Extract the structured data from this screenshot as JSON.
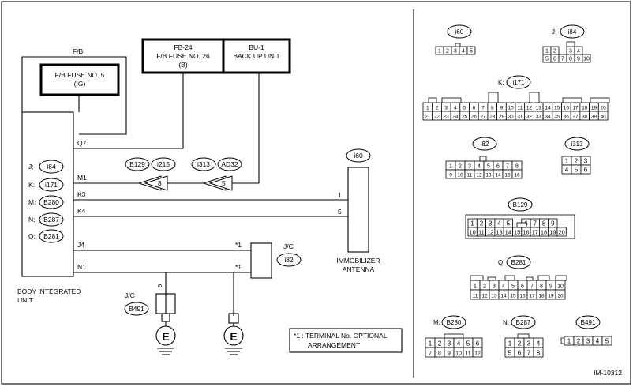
{
  "labels": {
    "fb": "F/B",
    "fuse5_l1": "F/B FUSE NO. 5",
    "fuse5_l2": "(IG)",
    "fb24_l1": "FB-24",
    "fb24_l2": "F/B FUSE NO. 26",
    "fb24_l3": "(B)",
    "bu1_l1": "BU-1",
    "bu1_l2": "BACK UP UNIT",
    "q7": "Q7",
    "m1": "M1",
    "k3": "K3",
    "k4": "K4",
    "j4": "J4",
    "n1": "N1",
    "conn_j": "J:",
    "conn_k": "K:",
    "conn_m": "M:",
    "conn_n": "N:",
    "conn_q": "Q:",
    "bcm_l1": "BODY INTEGRATED",
    "bcm_l2": "UNIT",
    "ant_l1": "IMMOBILIZER",
    "ant_l2": "ANTENNA",
    "jc1": "J/C",
    "jc2": "J/C",
    "pin1": "1",
    "pin5": "5",
    "pin5b": "5",
    "star1a": "*1",
    "star1b": "*1",
    "note_l1": "*1 : TERMINAL No. OPTIONAL",
    "note_l2": "ARRANGEMENT",
    "ground1": "E",
    "ground2": "E",
    "code": "IM-10312",
    "sp8": "8",
    "sp5": "5"
  },
  "bubbles": {
    "i84": "i84",
    "i171": "i171",
    "B280": "B280",
    "B287": "B287",
    "B281": "B281",
    "B129": "B129",
    "i215": "i215",
    "i313": "i313",
    "AD32": "AD32",
    "i60": "i60",
    "i82": "i82",
    "B491": "B491"
  },
  "connectors": {
    "i60": {
      "label": "i60",
      "pins": [
        "1",
        "2",
        "3",
        "4",
        "5"
      ]
    },
    "i84": {
      "prefix": "J:",
      "label": "i84",
      "top": [
        "1",
        "2",
        "",
        "3",
        "4"
      ],
      "bottom": [
        "5",
        "6",
        "7",
        "8",
        "9",
        "10"
      ]
    },
    "i171": {
      "prefix": "K:",
      "label": "i171",
      "top": [
        "1",
        "2",
        "3",
        "4",
        "5",
        "6",
        "7",
        "8",
        "9",
        "10",
        "11",
        "12",
        "13",
        "14",
        "15",
        "16",
        "17",
        "18",
        "19",
        "20"
      ],
      "bottom": [
        "21",
        "22",
        "23",
        "24",
        "25",
        "26",
        "27",
        "28",
        "29",
        "30",
        "31",
        "32",
        "33",
        "34",
        "35",
        "36",
        "37",
        "38",
        "39",
        "40"
      ]
    },
    "i82": {
      "label": "i82",
      "top": [
        "1",
        "2",
        "3",
        "4",
        "5",
        "6",
        "7",
        "8"
      ],
      "bottom": [
        "9",
        "10",
        "11",
        "12",
        "13",
        "14",
        "15",
        "16"
      ]
    },
    "i313": {
      "label": "i313",
      "top": [
        "1",
        "2",
        "3"
      ],
      "bottom": [
        "4",
        "5",
        "6"
      ]
    },
    "B129": {
      "label": "B129",
      "top": [
        "1",
        "2",
        "3",
        "4",
        "5",
        "",
        "6",
        "7",
        "8",
        "9"
      ],
      "bottom": [
        "10",
        "11",
        "12",
        "13",
        "14",
        "15",
        "16",
        "17",
        "18",
        "19",
        "20"
      ]
    },
    "B281": {
      "prefix": "Q:",
      "label": "B281",
      "top": [
        "1",
        "2",
        "3",
        "4",
        "5",
        "6",
        "7",
        "8",
        "9",
        "10"
      ],
      "bottom": [
        "11",
        "12",
        "13",
        "14",
        "15",
        "16",
        "17",
        "18",
        "19",
        "20"
      ]
    },
    "B280": {
      "prefix": "M:",
      "label": "B280",
      "top": [
        "1",
        "2",
        "3",
        "4",
        "5",
        "6"
      ],
      "bottom": [
        "7",
        "8",
        "9",
        "10",
        "11",
        "12"
      ]
    },
    "B287": {
      "prefix": "N:",
      "label": "B287",
      "top": [
        "1",
        "2",
        "3",
        "4"
      ],
      "bottom": [
        "5",
        "6",
        "7",
        "8"
      ]
    },
    "B491": {
      "label": "B491",
      "pins": [
        "1",
        "2",
        "3",
        "4",
        "5"
      ]
    }
  }
}
